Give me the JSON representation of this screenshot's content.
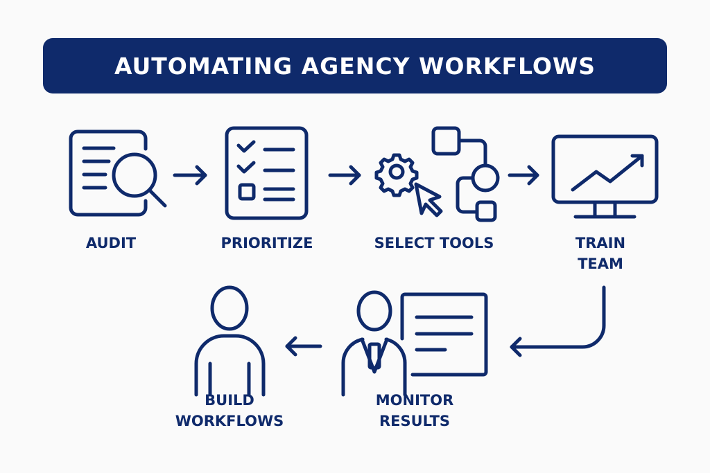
{
  "title": "AUTOMATING AGENCY WORKFLOWS",
  "colors": {
    "primary": "#0f2a6b",
    "background": "#fafafa"
  },
  "steps": [
    {
      "label": "AUDIT",
      "icon": "document-search-icon"
    },
    {
      "label": "PRIORITIZE",
      "icon": "checklist-icon"
    },
    {
      "label": "SELECT TOOLS",
      "icon": "gear-flowchart-icon"
    },
    {
      "label_line1": "TRAIN",
      "label_line2": "TEAM",
      "icon": "monitor-chart-icon"
    },
    {
      "label_line1": "MONITOR",
      "label_line2": "RESULTS",
      "icon": "presenter-board-icon"
    },
    {
      "label_line1": "BUILD",
      "label_line2": "WORKFLOWS",
      "icon": "person-icon"
    }
  ]
}
